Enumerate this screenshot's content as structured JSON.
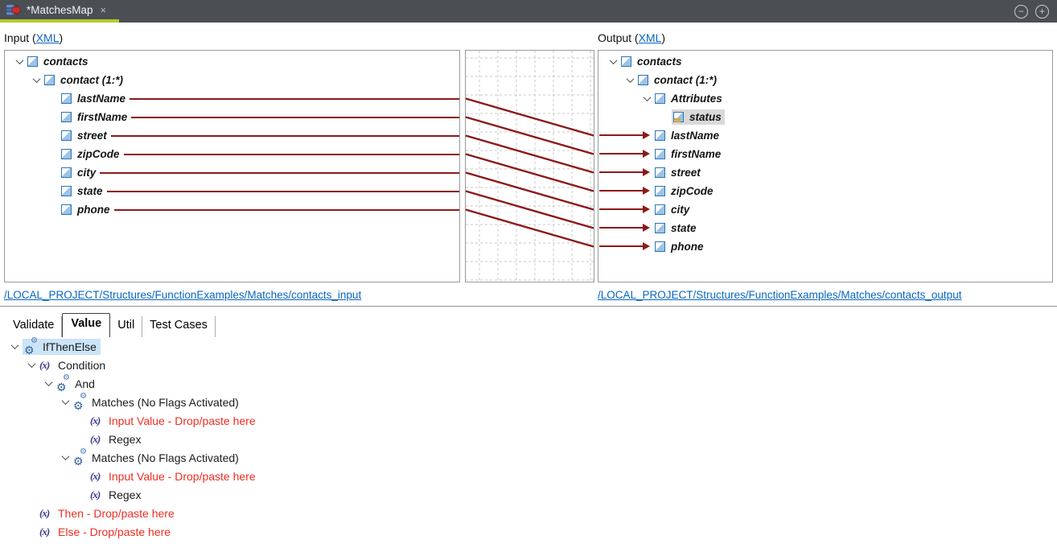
{
  "titlebar": {
    "tab_title": "*MatchesMap",
    "close_glyph": "×",
    "zoom_out_glyph": "−",
    "zoom_in_glyph": "+"
  },
  "colors": {
    "titlebar_bg": "#4a4f54",
    "active_tab_accent": "#b5cb2a",
    "connector_line": "#8b1b1b",
    "link_blue": "#0a66c2",
    "error_red": "#ee2e22",
    "selection_blue": "#cbe4f7",
    "selection_gray": "#d9d9d9",
    "element_icon_blue": "#9dc3e6"
  },
  "input_panel": {
    "header_prefix": "Input (",
    "header_link": "XML",
    "header_suffix": ")",
    "footer_path": "/LOCAL_PROJECT/Structures/FunctionExamples/Matches/contacts_input",
    "rows": [
      {
        "label": "contacts"
      },
      {
        "label": "contact (1:*)"
      },
      {
        "label": "lastName"
      },
      {
        "label": "firstName"
      },
      {
        "label": "street"
      },
      {
        "label": "zipCode"
      },
      {
        "label": "city"
      },
      {
        "label": "state"
      },
      {
        "label": "phone"
      }
    ]
  },
  "output_panel": {
    "header_prefix": "Output (",
    "header_link": "XML",
    "header_suffix": ")",
    "footer_path": "/LOCAL_PROJECT/Structures/FunctionExamples/Matches/contacts_output",
    "rows": [
      {
        "label": "contacts"
      },
      {
        "label": "contact (1:*)"
      },
      {
        "label": "Attributes"
      },
      {
        "label": "status"
      },
      {
        "label": "lastName"
      },
      {
        "label": "firstName"
      },
      {
        "label": "street"
      },
      {
        "label": "zipCode"
      },
      {
        "label": "city"
      },
      {
        "label": "state"
      },
      {
        "label": "phone"
      }
    ]
  },
  "mapping": {
    "connections": [
      {
        "field": "lastName",
        "from_row": 2,
        "to_row": 4
      },
      {
        "field": "firstName",
        "from_row": 3,
        "to_row": 5
      },
      {
        "field": "street",
        "from_row": 4,
        "to_row": 6
      },
      {
        "field": "zipCode",
        "from_row": 5,
        "to_row": 7
      },
      {
        "field": "city",
        "from_row": 6,
        "to_row": 8
      },
      {
        "field": "state",
        "from_row": 7,
        "to_row": 9
      },
      {
        "field": "phone",
        "from_row": 8,
        "to_row": 10
      }
    ]
  },
  "bottom_panel": {
    "tabs": [
      {
        "label": "Validate"
      },
      {
        "label": "Value"
      },
      {
        "label": "Util"
      },
      {
        "label": "Test Cases"
      }
    ],
    "fx_glyph": "(x)",
    "rows": [
      {
        "label": "IfThenElse"
      },
      {
        "label": "Condition"
      },
      {
        "label": "And"
      },
      {
        "label": "Matches (No Flags Activated)"
      },
      {
        "label": "Input Value - Drop/paste here"
      },
      {
        "label": "Regex"
      },
      {
        "label": "Matches (No Flags Activated)"
      },
      {
        "label": "Input Value - Drop/paste here"
      },
      {
        "label": "Regex"
      },
      {
        "label": "Then - Drop/paste here"
      },
      {
        "label": "Else - Drop/paste here"
      }
    ]
  }
}
